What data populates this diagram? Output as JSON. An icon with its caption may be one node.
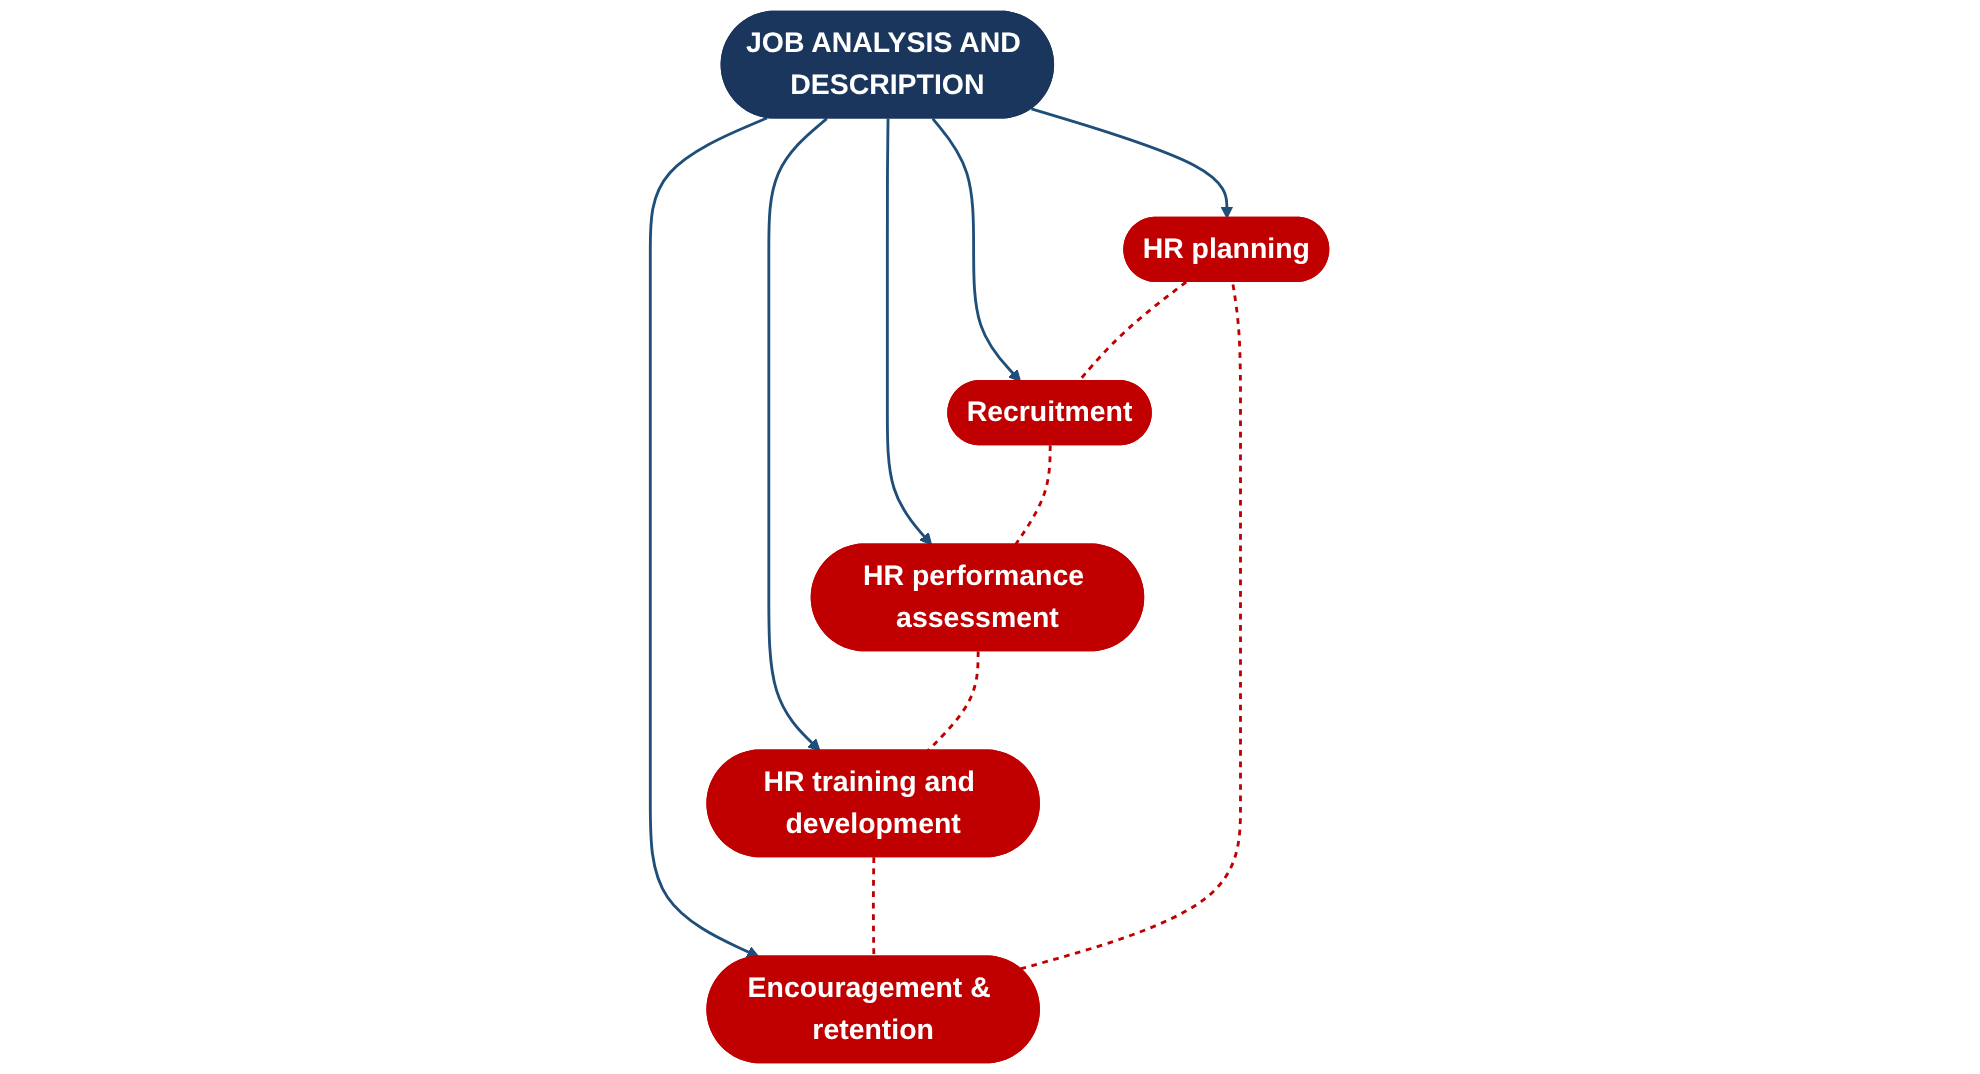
{
  "diagram": {
    "nodes": [
      {
        "text": [
          "HR planning"
        ]
      },
      {
        "text": [
          "Encouragement & retention"
        ]
      },
      {
        "text": [
          "Recruitment"
        ]
      },
      {
        "text": [
          "JOB ANALYSIS AND DESCRIPTION"
        ]
      },
      {
        "text": [
          "HR training and development"
        ]
      },
      {
        "text": [
          "HR performance assessment"
        ]
      }
    ],
    "edges": [
      {
        "from": 3,
        "to": 0,
        "arrow": "to"
      },
      {
        "from": 3,
        "to": 2,
        "arrow": "to"
      },
      {
        "from": 3,
        "to": 5,
        "arrow": "to"
      },
      {
        "from": 3,
        "to": 4,
        "arrow": "to"
      },
      {
        "from": 3,
        "to": 1,
        "arrow": "to"
      },
      {
        "from": 0,
        "to": 2,
        "arrow": "none",
        "style": "dashed",
        "color": "#c00000"
      },
      {
        "from": 2,
        "to": 5,
        "arrow": "none",
        "style": "dashed",
        "color": "#c00000"
      },
      {
        "from": 5,
        "to": 4,
        "arrow": "none",
        "style": "dashed",
        "color": "#c00000"
      },
      {
        "from": 4,
        "to": 1,
        "arrow": "none",
        "style": "dashed",
        "color": "#c00000"
      },
      {
        "from": 1,
        "to": 0,
        "arrow": "none",
        "style": "dashed",
        "color": "#c00000"
      }
    ]
  }
}
